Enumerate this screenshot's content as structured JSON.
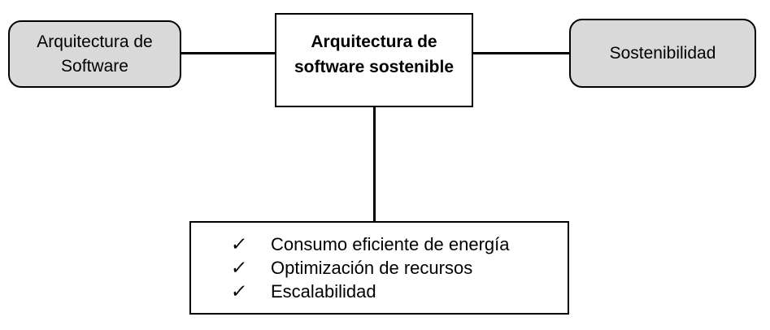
{
  "diagram": {
    "colors": {
      "background": "#ffffff",
      "node_gray_fill": "#d9d9d9",
      "node_white_fill": "#ffffff",
      "border": "#000000"
    },
    "nodes": {
      "left": {
        "label": "Arquitectura de\nSoftware"
      },
      "center": {
        "label": "Arquitectura de\nsoftware sostenible"
      },
      "right": {
        "label": "Sostenibilidad"
      }
    },
    "list": {
      "check_icon": "✓",
      "items": [
        "Consumo eficiente de energía",
        "Optimización de recursos",
        "Escalabilidad"
      ]
    }
  }
}
